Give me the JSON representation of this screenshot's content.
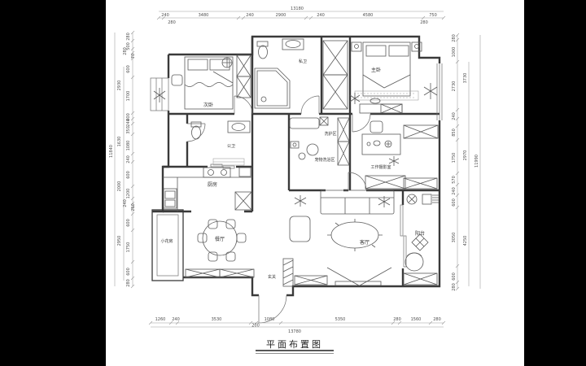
{
  "title": {
    "text": "平面布置图"
  },
  "rooms": {
    "ciwo": "次卧",
    "siwei": "私卫",
    "zhuwo": "主卧",
    "gongwei": "公卫",
    "chufang": "厨房",
    "xihuqu": "洗护区",
    "chongwuxiyuqu": "宠物洗浴区",
    "gongzuosheyingshi": "工作摄影室",
    "xiaohuafang": "小花房",
    "canting": "餐厅",
    "xuanguan": "玄关",
    "keting": "客厅",
    "yangtai": "阳台"
  },
  "dims": {
    "top": {
      "total": "13180",
      "row": [
        "240",
        "3480",
        "240",
        "2900",
        "240",
        "4580",
        "750"
      ],
      "subs": [
        "280",
        "280"
      ]
    },
    "bottom": {
      "total": "13780",
      "row": [
        "1260",
        "240",
        "3530",
        "1080",
        "5350",
        "280",
        "1560",
        "280"
      ],
      "sub": "200"
    },
    "left": {
      "total": "11840",
      "inner": [
        "280",
        "500",
        "280",
        "70",
        "600",
        "1700",
        "400",
        "240",
        "350",
        "1080",
        "240",
        "600",
        "1200",
        "240",
        "260",
        "600",
        "1750",
        "600",
        "280"
      ],
      "outer": [
        "2930",
        "1630",
        "2000",
        "2950"
      ]
    },
    "right": {
      "total": "11990",
      "inner": [
        "280",
        "1000",
        "2730",
        "240",
        "850",
        "1750",
        "570",
        "240",
        "600",
        "3050",
        "600",
        "280"
      ],
      "outer": [
        "3730",
        "2970",
        "4250"
      ]
    }
  }
}
